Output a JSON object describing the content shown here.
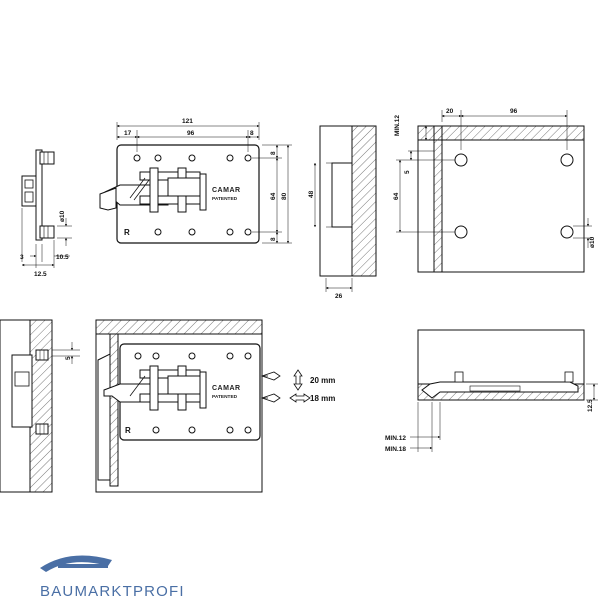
{
  "front_view": {
    "dim_total_width": "121",
    "dim_left_offset": "17",
    "dim_hole_spacing": "96",
    "dim_right_offset": "8",
    "dim_right_top": "8",
    "dim_hole_vertical": "64",
    "dim_height": "80",
    "dim_right_bottom": "8",
    "brand_name": "CAMAR",
    "brand_patent": "PATENTED",
    "side_marker": "R"
  },
  "side_view": {
    "dim_hole_diameter": "ø10",
    "dim_3": "3",
    "dim_10_5": "10.5",
    "dim_12_5": "12.5"
  },
  "section_view": {
    "dim_depth": "26",
    "dim_height": "48"
  },
  "wall_layout": {
    "dim_edge_offset": "20",
    "dim_hole_spacing": "96",
    "dim_min_12": "MIN.12",
    "dim_5": "5",
    "dim_64": "64",
    "dim_hole_diameter": "ø10"
  },
  "assembly_view": {
    "dim_5": "5",
    "adjust_vertical": "20 mm",
    "adjust_horizontal": "18 mm"
  },
  "top_view": {
    "dim_12_5": "12.5",
    "dim_min_12": "MIN.12",
    "dim_min_18": "MIN.18"
  },
  "logo": {
    "text": "BAUMARKTPROFI",
    "color": "#4a6fa5"
  }
}
